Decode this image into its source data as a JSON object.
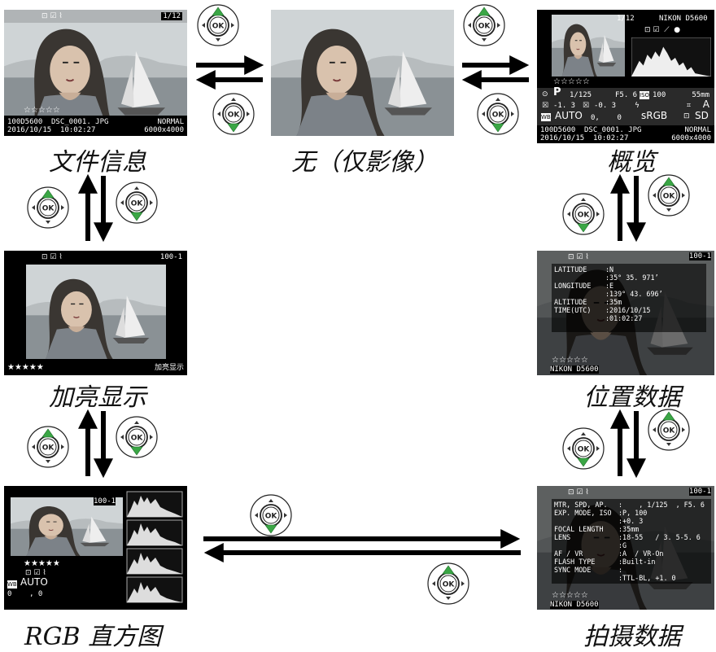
{
  "modes": {
    "file_info": "文件信息",
    "none": "无（仅影像）",
    "overview": "概览",
    "highlights": "加亮显示",
    "location": "位置数据",
    "rgb": "RGB 直方图",
    "shooting": "拍摄数据"
  },
  "dpad": {
    "ok_label": "OK"
  },
  "frame_count": "1/12",
  "folder_frame": "100-1",
  "camera": "NIKON D5600",
  "file": {
    "folder_name": "100D5600",
    "file_name": "DSC_0001. JPG",
    "date_time": "2016/10/15  10:02:27",
    "quality": "NORMAL",
    "size": "6000x4000"
  },
  "stars": "★★★★★",
  "rating_outline": "☆☆☆☆☆",
  "highlights_label": "加亮显示",
  "overview": {
    "shutter": "1/125",
    "aperture": "F5. 6",
    "iso_label": "ISO",
    "iso": "100",
    "focal": "55mm",
    "exp_comp": "-1. 3",
    "flash_comp": "-0. 3",
    "af_mode": "A",
    "wb_label": "WB",
    "wb": "AUTO",
    "wb_fine": "0,    0",
    "color_space": "sRGB",
    "picture_control": "SD",
    "mode": "P"
  },
  "location": {
    "labels": [
      "LATITUDE",
      "",
      "LONGITUDE",
      "",
      "ALTITUDE",
      "TIME(UTC)",
      ""
    ],
    "values": [
      ":N",
      ":35° 35. 971’",
      ":E",
      ":139° 43. 696’",
      ":35m",
      ":2016/10/15",
      ":01:02:27"
    ]
  },
  "rgb": {
    "wb_label": "WB",
    "wb": "AUTO",
    "wb_fine": "0    , 0"
  },
  "shooting": {
    "labels": [
      "MTR, SPD, AP.",
      "EXP. MODE, ISO",
      "",
      "FOCAL LENGTH",
      "LENS",
      "",
      "AF / VR",
      "FLASH TYPE",
      "SYNC MODE",
      ""
    ],
    "values": [
      ":    , 1/125  , F5. 6",
      ":P, 100",
      ":+0. 3",
      ":35mm",
      ":18-55   / 3. 5-5. 6",
      ":G",
      ":A  / VR-On",
      ":Built-in",
      ":",
      ":TTL-BL, +1. 0"
    ]
  }
}
